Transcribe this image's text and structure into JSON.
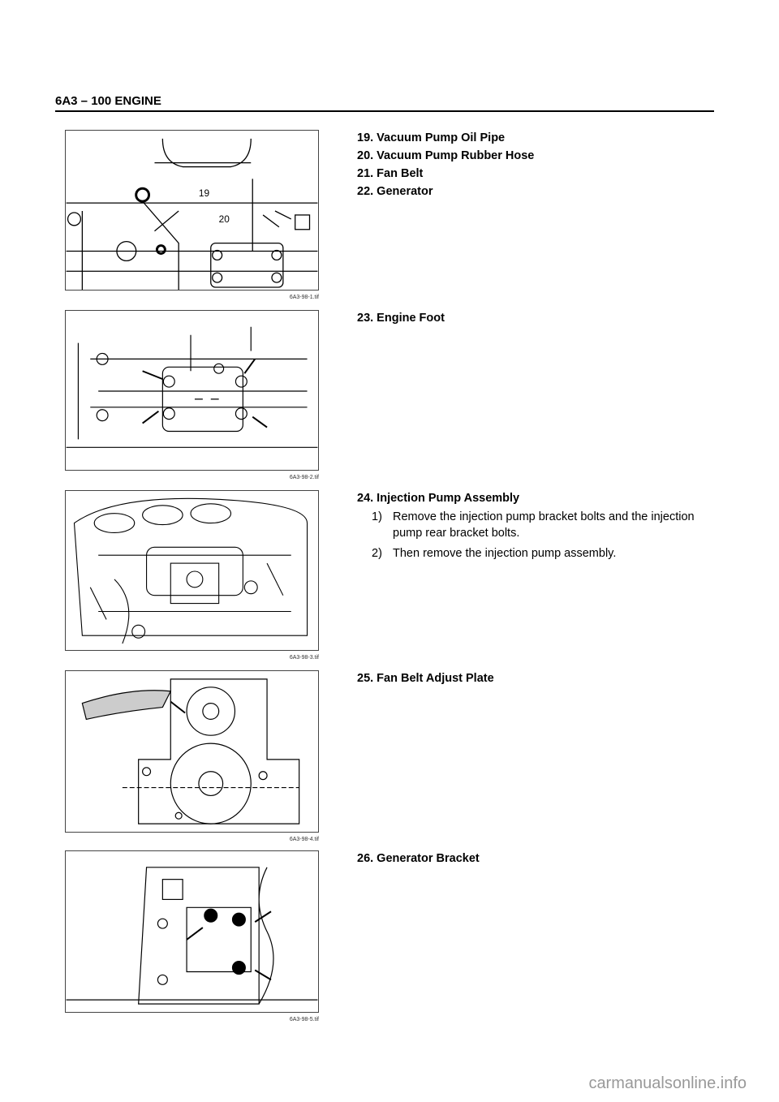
{
  "header": {
    "title": "6A3 – 100  ENGINE"
  },
  "figures": [
    {
      "caption": "6A3-98-1.tif",
      "labels": [
        "19",
        "20"
      ]
    },
    {
      "caption": "6A3-98-2.tif"
    },
    {
      "caption": "6A3-98-3.tif"
    },
    {
      "caption": "6A3-98-4.tif"
    },
    {
      "caption": "6A3-98-5.tif"
    }
  ],
  "sections": [
    {
      "items": [
        "19. Vacuum Pump Oil Pipe",
        "20. Vacuum Pump Rubber Hose",
        "21. Fan Belt",
        "22. Generator"
      ]
    },
    {
      "items": [
        "23. Engine Foot"
      ]
    },
    {
      "items": [
        "24. Injection Pump Assembly"
      ],
      "steps": [
        {
          "n": "1)",
          "text": "Remove the injection pump bracket bolts and the injection pump rear bracket bolts."
        },
        {
          "n": "2)",
          "text": "Then remove the injection pump assembly."
        }
      ]
    },
    {
      "items": [
        "25. Fan Belt Adjust Plate"
      ]
    },
    {
      "items": [
        "26. Generator Bracket"
      ]
    }
  ],
  "watermark": "carmanualsonline.info"
}
